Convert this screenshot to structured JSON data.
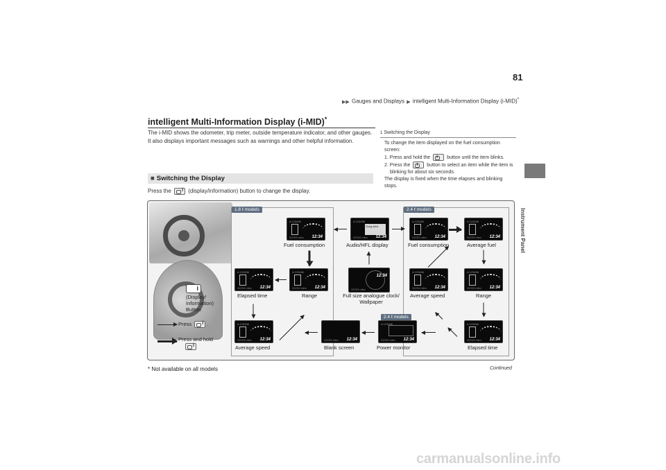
{
  "header": {
    "breadcrumb_1": "Gauges and Displays",
    "breadcrumb_2": "intelligent Multi-Information Display (i-MID)",
    "breadcrumb_star": "*",
    "page_number": "81",
    "side_label": "Instrument Panel"
  },
  "section": {
    "title": "intelligent Multi-Information Display (i-MID)",
    "title_star": "*",
    "intro_line1": "The i-MID shows the odometer, trip meter, outside temperature indicator, and other gauges.",
    "intro_line2": "It also displays important messages such as warnings and other helpful information."
  },
  "subsection": {
    "heading_marker": "■",
    "heading": "Switching the Display",
    "press_before": "Press the",
    "press_after": "(display/information) button to change the display."
  },
  "note": {
    "marker": "1",
    "title": "Switching the Display",
    "intro": "To change the item displayed on the fuel consumption screen:",
    "step1_before": "1. Press and hold the",
    "step1_after": "button until the item blinks.",
    "step2_before": "2. Press the",
    "step2_after": "button to select an item while the item is blinking for about six seconds.",
    "closing": "The display is fixed when the time elapses and blinking stops."
  },
  "diagram": {
    "callout_label": "(Display/ Information) Button",
    "legend_press": "Press",
    "legend_press_hold": "Press and hold",
    "group_left_tag": "1.8 ℓ models",
    "group_right_tag": "2.4 ℓ models",
    "group_power_tag": "2.4 ℓ models",
    "screen_clock": "12:34",
    "screen_odo": "002300 miles",
    "screen_trip": "A 123456",
    "screen_song": "Song AAA",
    "labels": {
      "fuel_consumption_left": "Fuel consumption",
      "audio_hfl": "Audio/HFL display",
      "fuel_consumption_right": "Fuel consumption",
      "average_fuel": "Average fuel",
      "elapsed_time_left": "Elapsed time",
      "range_left": "Range",
      "full_size_clock": "Full size analogue clock/ Wallpaper",
      "average_speed_right": "Average speed",
      "range_right": "Range",
      "average_speed_left": "Average speed",
      "blank_screen": "Blank screen",
      "power_monitor": "Power monitor",
      "elapsed_time_right": "Elapsed time"
    }
  },
  "footer": {
    "footnote": "* Not available on all models",
    "continued": "Continued",
    "watermark": "carmanualsonline.info"
  }
}
